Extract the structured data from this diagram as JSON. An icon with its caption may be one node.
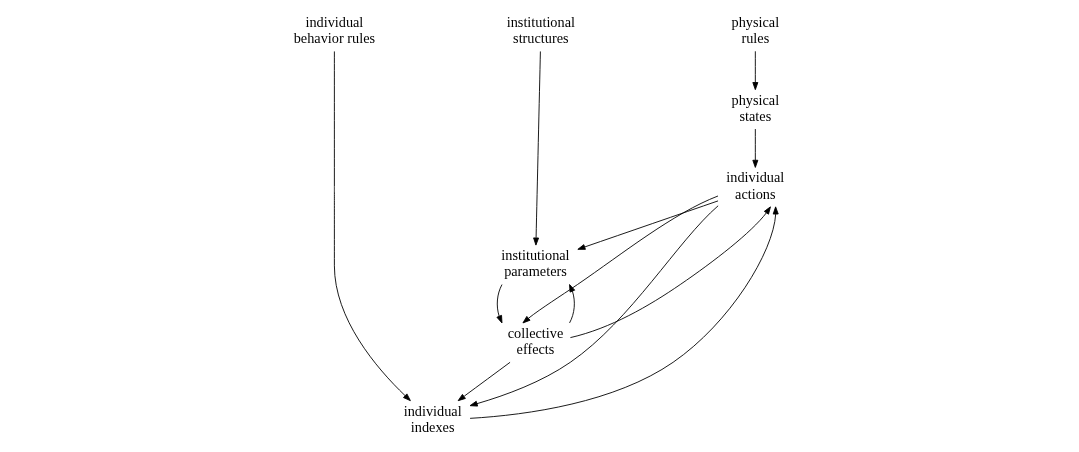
{
  "diagram": {
    "nodes": [
      {
        "text": [
          "individual behavior rules"
        ]
      },
      {
        "text": [
          "institutional structures"
        ]
      },
      {
        "text": [
          "physical rules"
        ]
      },
      {
        "text": [
          "individual indexes"
        ]
      },
      {
        "text": [
          "institutional parameters"
        ]
      },
      {
        "text": [
          "physical states"
        ]
      },
      {
        "text": [
          "individual actions"
        ]
      },
      {
        "text": [
          "collective effects"
        ]
      }
    ],
    "edges": [
      {
        "from": 0,
        "to": 3,
        "arrow": "to"
      },
      {
        "from": 1,
        "to": 4,
        "arrow": "to"
      },
      {
        "from": 2,
        "to": 5,
        "arrow": "to"
      },
      {
        "from": 3,
        "to": 6,
        "arrow": "to"
      },
      {
        "from": 6,
        "to": 3,
        "arrow": "to"
      },
      {
        "from": 6,
        "to": 4,
        "arrow": "to"
      },
      {
        "from": 7,
        "to": 3,
        "arrow": "to"
      },
      {
        "from": 4,
        "to": 7,
        "arrow": "to"
      },
      {
        "from": 7,
        "to": 4,
        "arrow": "to"
      },
      {
        "from": 5,
        "to": 6,
        "arrow": "to"
      },
      {
        "from": 6,
        "to": 7,
        "arrow": "to"
      },
      {
        "from": 7,
        "to": 6,
        "arrow": "to"
      }
    ]
  }
}
